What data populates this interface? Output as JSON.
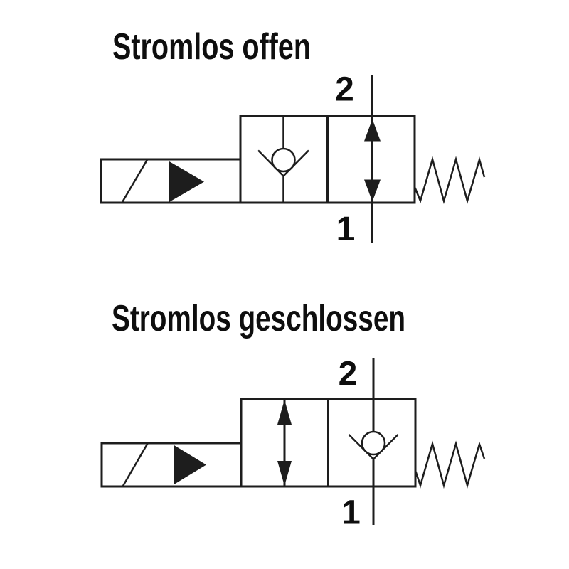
{
  "colors": {
    "background": "#ffffff",
    "line": "#1d1d1d",
    "text": "#0e0e0e"
  },
  "diagrams": [
    {
      "title": "Stromlos offen",
      "port_top_label": "2",
      "port_bottom_label": "1",
      "symbols": [
        "solenoid-actuator-icon",
        "check-valve-icon",
        "flow-arrow-icon",
        "spring-return-icon"
      ]
    },
    {
      "title": "Stromlos geschlossen",
      "port_top_label": "2",
      "port_bottom_label": "1",
      "symbols": [
        "solenoid-actuator-icon",
        "flow-arrow-icon",
        "check-valve-icon",
        "spring-return-icon"
      ]
    }
  ]
}
